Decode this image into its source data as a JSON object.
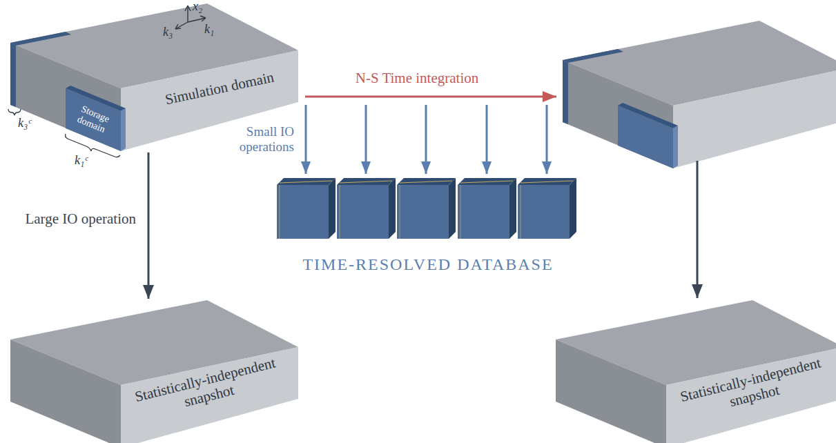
{
  "diagram": {
    "nodes": [
      {
        "text": [
          "Simulation domain"
        ]
      },
      {
        "text": [
          "Storage domain"
        ],
        "in": 0
      },
      {
        "text": [
          "Statistically-independent snapshot"
        ]
      },
      {
        "text": [
          "Statistically-independent snapshot"
        ]
      }
    ],
    "edges": [
      {
        "from": 0,
        "to": 2,
        "arrow": "to",
        "label": "Large IO operation"
      }
    ],
    "labels": [
      "x₂",
      "k₃",
      "k₁",
      "k₃ᶜ",
      "k₁ᶜ",
      "N-S Time integration",
      "Small IO operations",
      "TIME-RESOLVED DATABASE"
    ]
  }
}
